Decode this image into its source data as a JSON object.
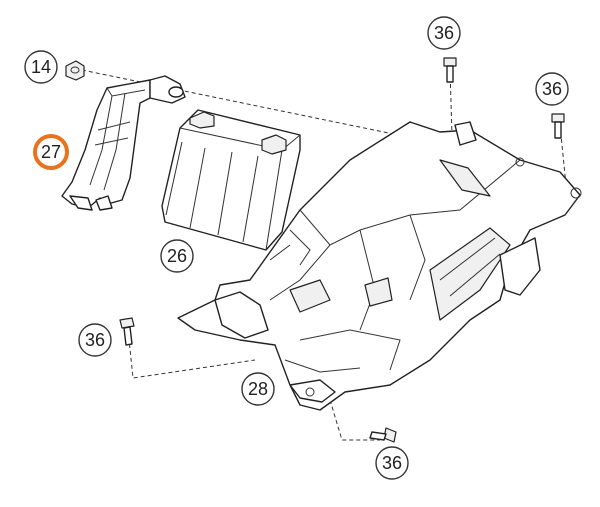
{
  "callouts": [
    {
      "id": "c14",
      "label": "14",
      "highlight": false
    },
    {
      "id": "c27",
      "label": "27",
      "highlight": true
    },
    {
      "id": "c26",
      "label": "26",
      "highlight": false
    },
    {
      "id": "c28",
      "label": "28",
      "highlight": false
    },
    {
      "id": "c36a",
      "label": "36",
      "highlight": false
    },
    {
      "id": "c36b",
      "label": "36",
      "highlight": false
    },
    {
      "id": "c36c",
      "label": "36",
      "highlight": false
    },
    {
      "id": "c36d",
      "label": "36",
      "highlight": false
    }
  ],
  "colors": {
    "line": "#222222",
    "highlight": "#e8731c",
    "background": "#ffffff"
  }
}
